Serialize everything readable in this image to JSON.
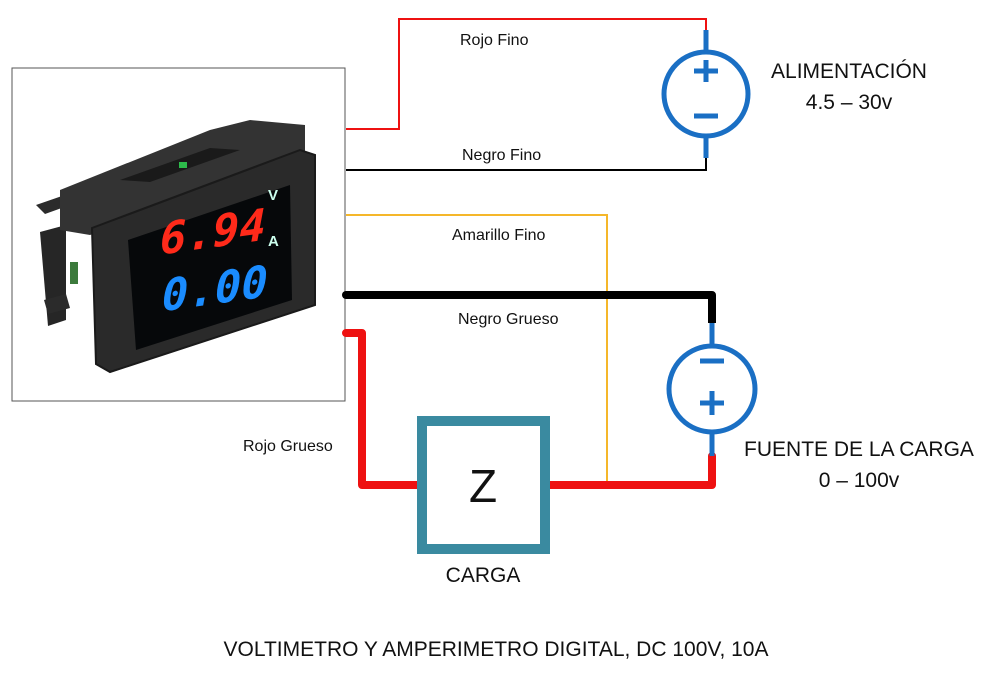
{
  "meter": {
    "voltage_reading": "6.94",
    "current_reading": "0.00",
    "voltage_unit": "V",
    "current_unit": "A",
    "voltage_color": "#ff2a1a",
    "current_color": "#1a8cff"
  },
  "wires": {
    "rojo_fino": "Rojo Fino",
    "negro_fino": "Negro Fino",
    "amarillo_fino": "Amarillo Fino",
    "negro_grueso": "Negro Grueso",
    "rojo_grueso": "Rojo Grueso"
  },
  "supply": {
    "title": "ALIMENTACIÓN",
    "range": "4.5 – 30v",
    "top_terminal": "+",
    "bottom_terminal": "–"
  },
  "load_source": {
    "title": "FUENTE DE LA CARGA",
    "range": "0 – 100v",
    "top_terminal": "–",
    "bottom_terminal": "+"
  },
  "load": {
    "symbol": "Z",
    "label": "CARGA"
  },
  "caption": "VOLTIMETRO Y AMPERIMETRO DIGITAL, DC 100V, 10A",
  "colors": {
    "red_wire": "#ee1111",
    "black_wire": "#000000",
    "yellow_wire": "#f5b72a",
    "source_blue": "#1a6fc4",
    "load_box": "#3a8aa0"
  }
}
